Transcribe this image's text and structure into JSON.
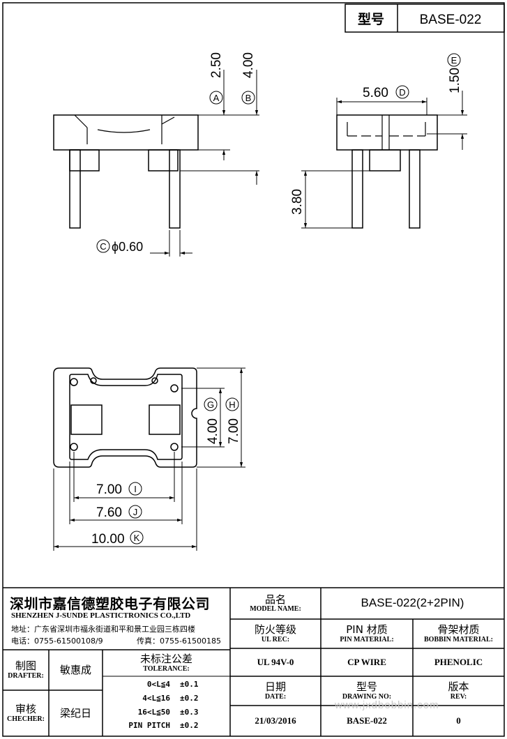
{
  "header": {
    "model_label": "型号",
    "model_value": "BASE-022"
  },
  "dimensions": {
    "A": {
      "letter": "A",
      "value": "2.50"
    },
    "B": {
      "letter": "B",
      "value": "4.00"
    },
    "C": {
      "letter": "C",
      "value": "ϕ0.60"
    },
    "D": {
      "letter": "D",
      "value": "5.60"
    },
    "E": {
      "letter": "E",
      "value": "1.50"
    },
    "F": {
      "value": "3.80"
    },
    "G": {
      "letter": "G",
      "value": "4.00"
    },
    "H": {
      "letter": "H",
      "value": "7.00"
    },
    "I": {
      "letter": "I",
      "value": "7.00"
    },
    "J": {
      "letter": "J",
      "value": "7.60"
    },
    "K": {
      "letter": "K",
      "value": "10.00"
    }
  },
  "company": {
    "name_cn": "深圳市嘉信德塑胶电子有限公司",
    "name_en": "SHENZHEN J-SUNDE PLASTICTRONICS CO.,LTD",
    "address": "地址：广东省深圳市福永街道和平和景工业园三栋四楼",
    "phone": "电话：0755-61500108/9",
    "fax": "传真：0755-61500185"
  },
  "title_block": {
    "model_name_cn": "品名",
    "model_name_en": "MODEL NAME:",
    "model_name_value": "BASE-022(2+2PIN)",
    "ul_rec_cn": "防火等级",
    "ul_rec_en": "UL REC:",
    "ul_rec_value": "UL 94V-0",
    "pin_material_cn": "PIN 材质",
    "pin_material_en": "PIN MATERIAL:",
    "pin_material_value": "CP WIRE",
    "bobbin_material_cn": "骨架材质",
    "bobbin_material_en": "BOBBIN MATERIAL:",
    "bobbin_material_value": "PHENOLIC",
    "drafter_cn": "制图",
    "drafter_en": "DRAFTER:",
    "drafter_value": "敏惠成",
    "checker_cn": "审核",
    "checker_en": "CHECHER:",
    "checker_value": "梁纪日",
    "tolerance_cn": "未标注公差",
    "tolerance_en": "TOLERANCE:",
    "tolerances": [
      {
        "range": "0<L≦4",
        "value": "±0.1"
      },
      {
        "range": "4<L≦16",
        "value": "±0.2"
      },
      {
        "range": "16<L≦50",
        "value": "±0.3"
      },
      {
        "range": "PIN PITCH",
        "value": "±0.2"
      }
    ],
    "date_cn": "日期",
    "date_en": "DATE:",
    "date_value": "21/03/2016",
    "drawing_no_cn": "型号",
    "drawing_no_en": "DRAWING NO:",
    "drawing_no_value": "BASE-022",
    "rev_cn": "版本",
    "rev_en": "REV:",
    "rev_value": "0"
  },
  "watermark": "www.jxdbobbin.com"
}
